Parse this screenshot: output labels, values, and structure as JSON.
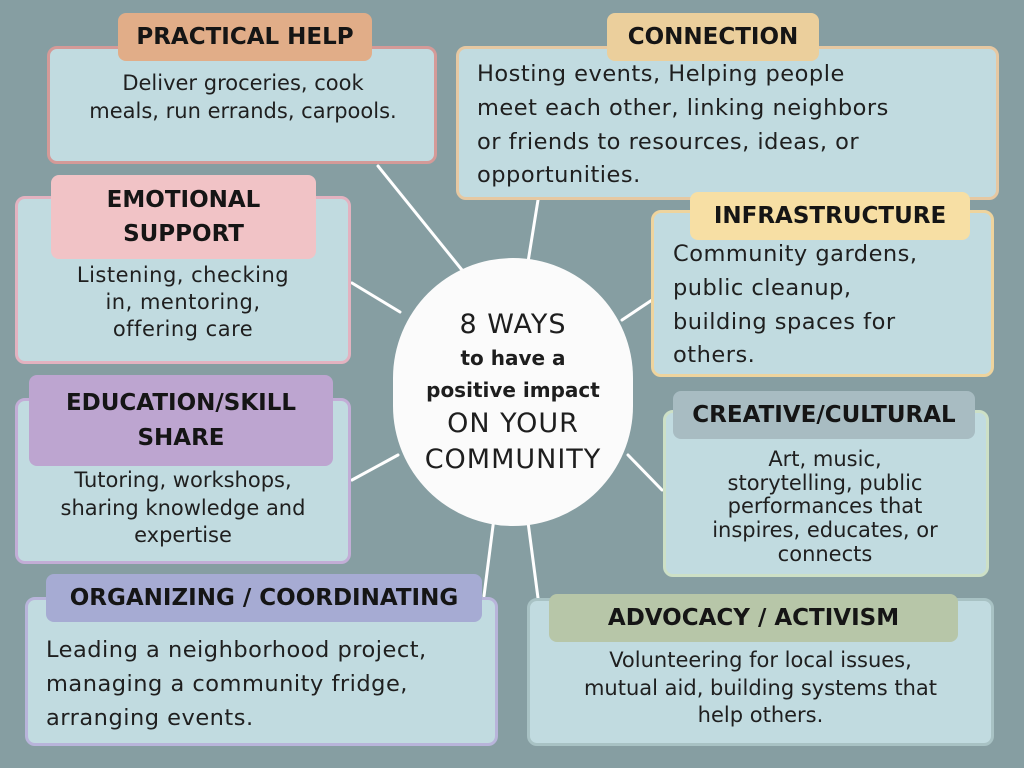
{
  "center": {
    "line1": "8 WAYS",
    "line2": "to have a",
    "line3": "positive impact",
    "line4": "ON YOUR",
    "line5": "COMMUNITY"
  },
  "categories": {
    "practical_help": {
      "title": "PRACTICAL HELP",
      "description": "Deliver groceries, cook\nmeals, run errands, carpools."
    },
    "connection": {
      "title": "CONNECTION",
      "description": "Hosting events, Helping people\nmeet each other, linking neighbors\nor friends to resources, ideas, or\nopportunities."
    },
    "emotional_support": {
      "title": "EMOTIONAL\nSUPPORT",
      "description": "Listening, checking\nin, mentoring,\noffering care"
    },
    "infrastructure": {
      "title": "INFRASTRUCTURE",
      "description": "Community gardens,\npublic cleanup,\nbuilding spaces for\nothers."
    },
    "education": {
      "title": "EDUCATION/SKILL\nSHARE",
      "description": "Tutoring, workshops,\nsharing knowledge and\nexpertise"
    },
    "creative": {
      "title": "CREATIVE/CULTURAL",
      "description": "Art, music,\nstorytelling, public\nperformances that\ninspires, educates, or\nconnects"
    },
    "organizing": {
      "title": "ORGANIZING / COORDINATING",
      "description": "Leading a neighborhood project,\nmanaging a community fridge,\narranging events."
    },
    "advocacy": {
      "title": "ADVOCACY / ACTIVISM",
      "description": "Volunteering for local issues,\nmutual aid, building systems that\nhelp others."
    }
  },
  "colors": {
    "background": "#869ea2",
    "card_fill": "#c1dbe0",
    "practical_help": "#e1ad88",
    "connection": "#ebcf9c",
    "emotional_support": "#f1c3c6",
    "infrastructure": "#f7dfa4",
    "education": "#bda5d0",
    "creative": "#a8bcc2",
    "organizing": "#a6abd3",
    "advocacy": "#b7c6a8"
  }
}
